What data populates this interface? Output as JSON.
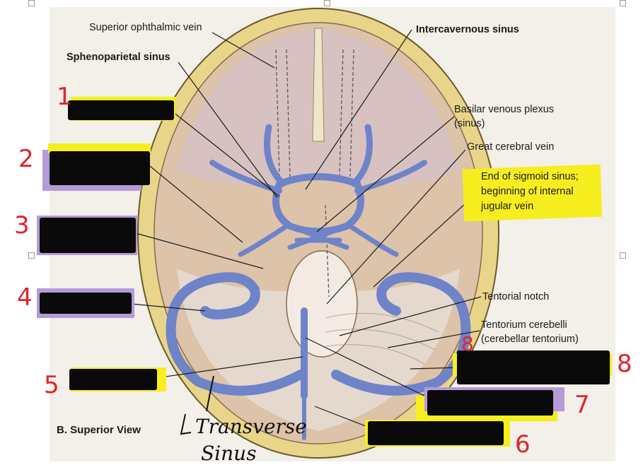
{
  "view_title": "B. Superior View",
  "labels": {
    "superior_ophthalmic_vein": "Superior ophthalmic vein",
    "sphenoparietal_sinus": "Sphenoparietal sinus",
    "intercavernous_sinus": "Intercavernous sinus",
    "basilar_venous_plexus": "Basilar venous plexus",
    "basilar_sinus": "(sinus)",
    "great_cerebral_vein": "Great cerebral vein",
    "sigmoid_line1": "End of sigmoid sinus;",
    "sigmoid_line2": "beginning of internal",
    "sigmoid_line3": "jugular vein",
    "tentorial_notch": "Tentorial notch",
    "tentorium_line1": "Tentorium cerebelli",
    "tentorium_line2": "(cerebellar tentorium)"
  },
  "handwritten": {
    "numbers": [
      "1",
      "2",
      "3",
      "4",
      "5",
      "6",
      "7",
      "8",
      "8"
    ],
    "annotation_line1": "Transverse",
    "annotation_line2": "Sinus"
  },
  "colors": {
    "bone": "#e9d58a",
    "brain": "#d9c1a8",
    "sinus_blue": "#6f83c9",
    "highlight_yellow": "#f4f21a",
    "highlight_purple": "#b59ad8",
    "redaction": "#0a0a0a",
    "number_red": "#e0242b"
  }
}
